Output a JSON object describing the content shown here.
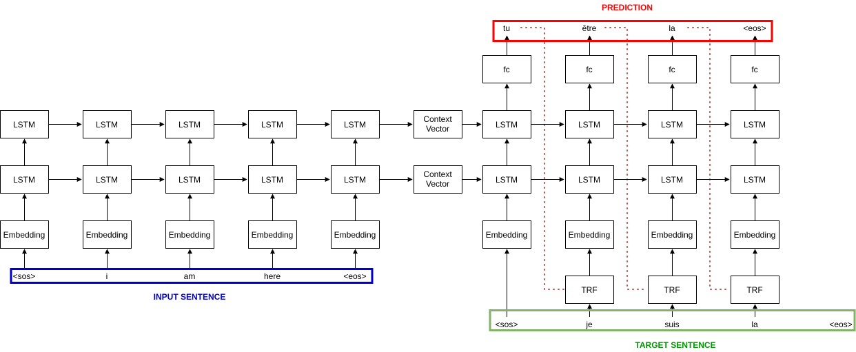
{
  "labels": {
    "prediction": "PREDICTION",
    "input_sentence": "INPUT SENTENCE",
    "target_sentence": "TARGET SENTENCE"
  },
  "blocks": {
    "lstm": "LSTM",
    "embedding": "Embedding",
    "fc": "fc",
    "trf": "TRF",
    "context_vector_line1": "Context",
    "context_vector_line2": "Vector"
  },
  "input_tokens": [
    "<sos>",
    "i",
    "am",
    "here",
    "<eos>"
  ],
  "target_tokens": [
    "<sos>",
    "je",
    "suis",
    "la",
    "<eos>"
  ],
  "prediction_tokens": [
    "tu",
    "être",
    "la",
    "<eos>"
  ],
  "colors": {
    "input_box": "#0000cc",
    "input_label": "#0000cc",
    "target_box": "#82b366",
    "target_label": "#009900",
    "prediction_box": "#ff0000",
    "prediction_label": "#ff0000",
    "teacher_forcing_link": "#b85450"
  }
}
